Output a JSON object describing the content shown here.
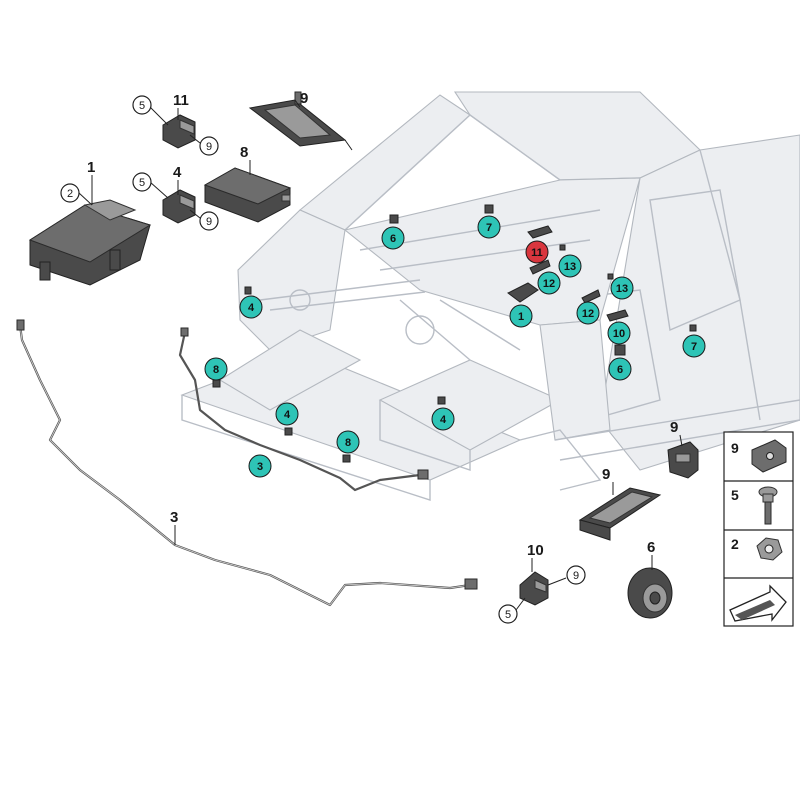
{
  "callouts": [
    {
      "id": "c1",
      "label": "1"
    },
    {
      "id": "c2",
      "label": "2"
    },
    {
      "id": "c3",
      "label": "3"
    },
    {
      "id": "c4",
      "label": "4"
    },
    {
      "id": "c5a",
      "label": "5"
    },
    {
      "id": "c5b",
      "label": "5"
    },
    {
      "id": "c5c",
      "label": "5"
    },
    {
      "id": "c6",
      "label": "6"
    },
    {
      "id": "c7",
      "label": "7"
    },
    {
      "id": "c8",
      "label": "8"
    },
    {
      "id": "c9a",
      "label": "9"
    },
    {
      "id": "c9b",
      "label": "9"
    },
    {
      "id": "c9c",
      "label": "9"
    },
    {
      "id": "c10",
      "label": "10"
    },
    {
      "id": "c11",
      "label": "11"
    },
    {
      "id": "c12",
      "label": "12"
    },
    {
      "id": "c13",
      "label": "13"
    }
  ],
  "badges": [
    {
      "label": "6"
    },
    {
      "label": "7"
    },
    {
      "label": "11"
    },
    {
      "label": "13"
    },
    {
      "label": "12"
    },
    {
      "label": "4"
    },
    {
      "label": "1"
    },
    {
      "label": "13"
    },
    {
      "label": "12"
    },
    {
      "label": "10"
    },
    {
      "label": "7"
    },
    {
      "label": "6"
    },
    {
      "label": "8"
    },
    {
      "label": "4"
    },
    {
      "label": "8"
    },
    {
      "label": "3"
    },
    {
      "label": "4"
    }
  ],
  "legend": [
    {
      "label": "9"
    },
    {
      "label": "5"
    },
    {
      "label": "2"
    }
  ],
  "colors": {
    "badge": "#2ec4b6",
    "badge_highlight": "#d9363e",
    "callout_stroke": "#222222"
  }
}
